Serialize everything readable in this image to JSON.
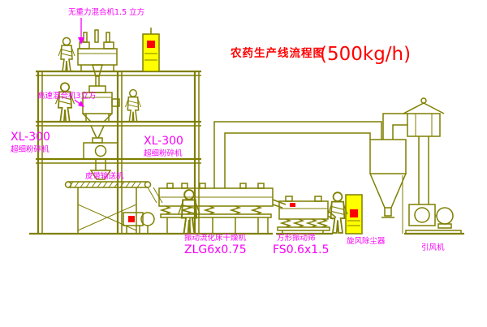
{
  "title": {
    "main": "农药生产线流程图",
    "capacity": "(500kg/h)"
  },
  "equipment_labels": {
    "gravity_mixer": "无重力混合机1.5 立方",
    "high_speed_mixer": "高速混合机3立方",
    "left_mill_model": "XL-300",
    "left_mill_name": "超细粉碎机",
    "right_mill_model": "XL-300",
    "right_mill_name": "超细粉碎机",
    "belt_conveyor": "皮带输送机",
    "fluid_bed_dryer": "振动流化床干燥机",
    "fluid_bed_dryer_model": "ZLG6x0.75",
    "square_sieve": "方形振动筛",
    "square_sieve_model": "FS0.6x1.5",
    "cyclone": "旋风除尘器",
    "induced_fan": "引风机"
  },
  "colors": {
    "background": "#ffffff",
    "line_olive": "#7f7f00",
    "cabinet_yellow": "#ffff00",
    "accent_red": "#ff0000",
    "label_magenta": "#f800f8",
    "title_red": "#ff0000"
  }
}
